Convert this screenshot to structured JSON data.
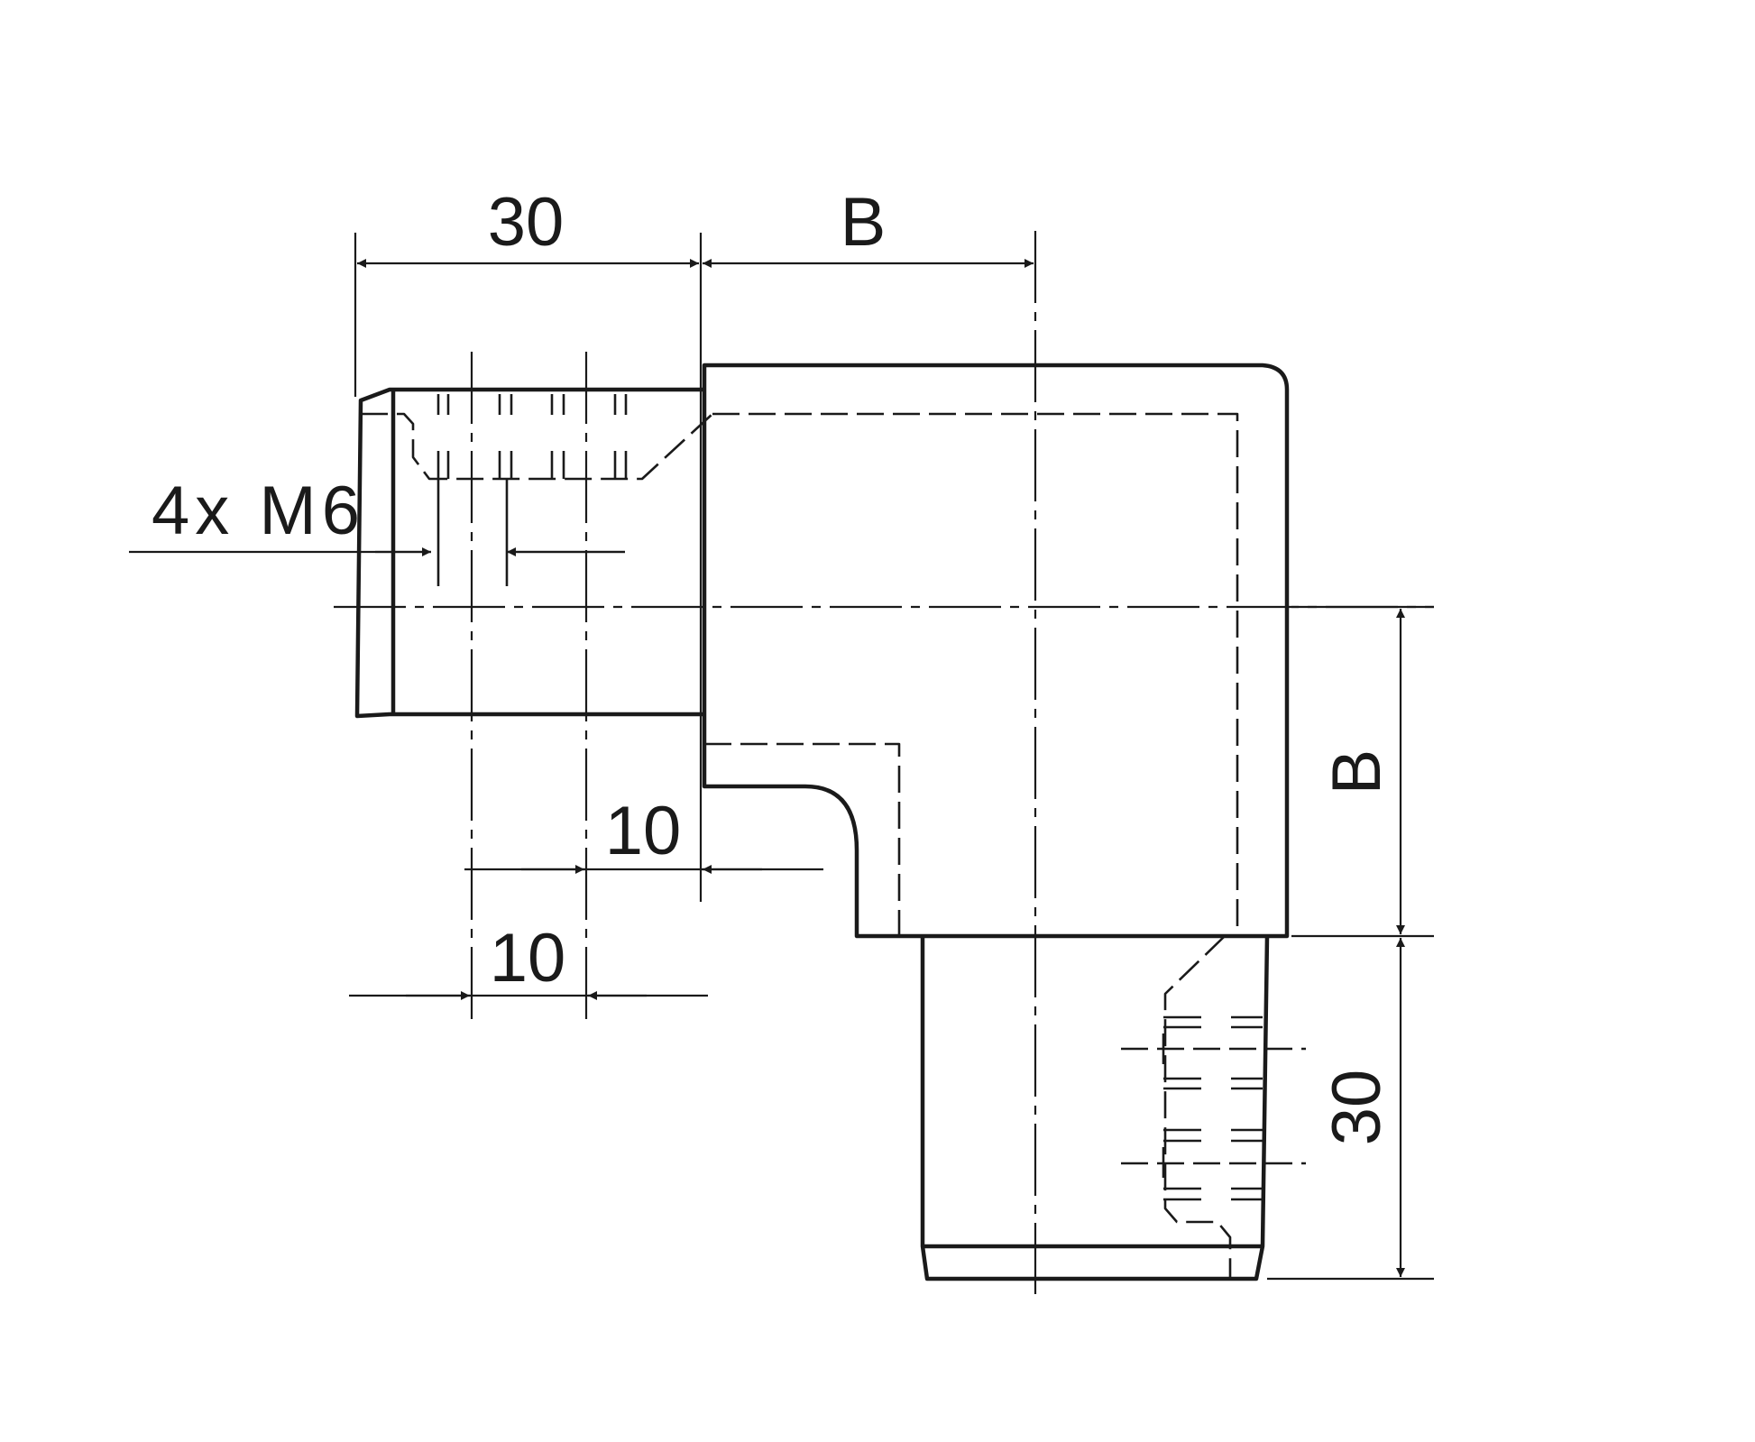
{
  "colors": {
    "background": "#ffffff",
    "stroke": "#1a1a1a"
  },
  "labels": {
    "dim_top_left": "30",
    "dim_top_right": "B",
    "thread_callout": "4x M6",
    "dim_step_upper": "10",
    "dim_step_lower": "10",
    "dim_right_upper": "B",
    "dim_right_lower": "30"
  }
}
